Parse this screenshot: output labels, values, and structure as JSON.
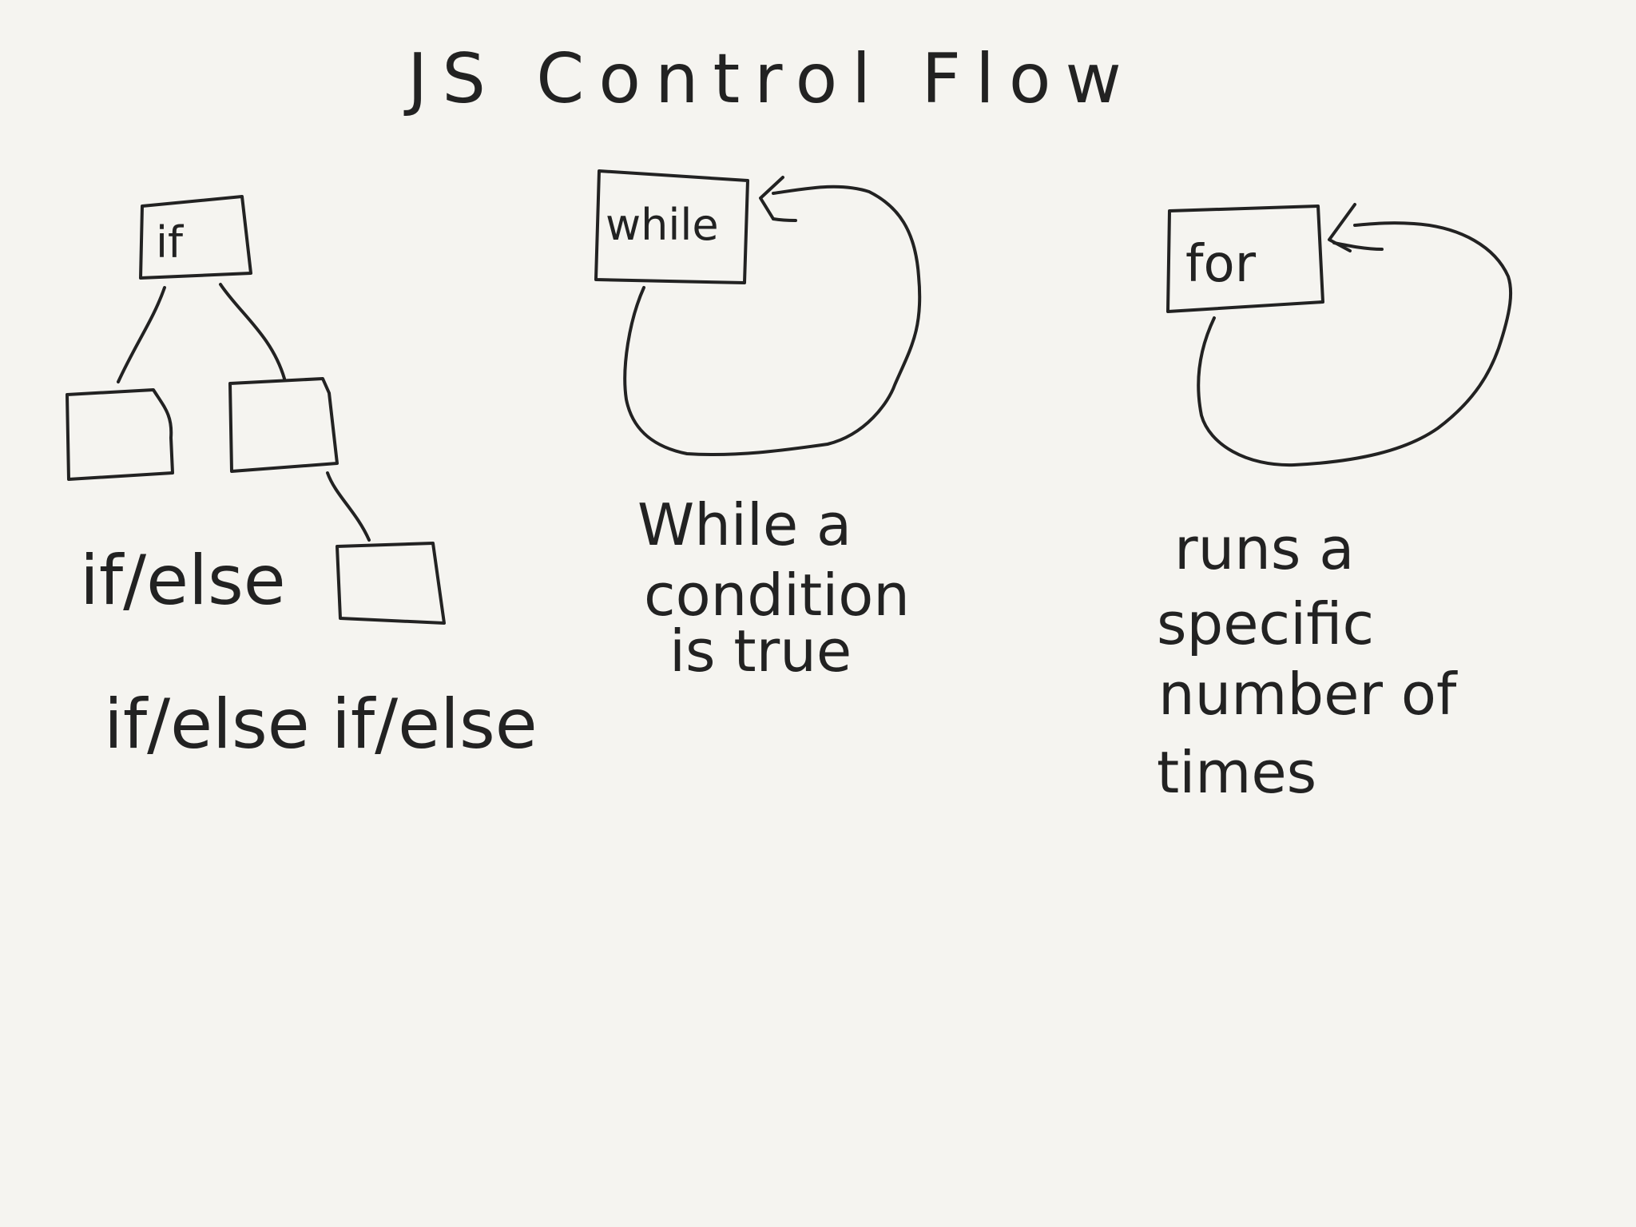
{
  "title": "JS Control Flow",
  "if_diagram": {
    "root_label": "if",
    "caption_1": "if/else",
    "caption_2": "if/else if/else"
  },
  "while_diagram": {
    "label": "while",
    "caption_lines": [
      "While a",
      "condition",
      "is true"
    ]
  },
  "for_diagram": {
    "label": "for",
    "caption_lines": [
      "runs a",
      "specific",
      "number of",
      "times"
    ]
  },
  "ink_color": "#222222",
  "background_color": "#f5f4f0"
}
